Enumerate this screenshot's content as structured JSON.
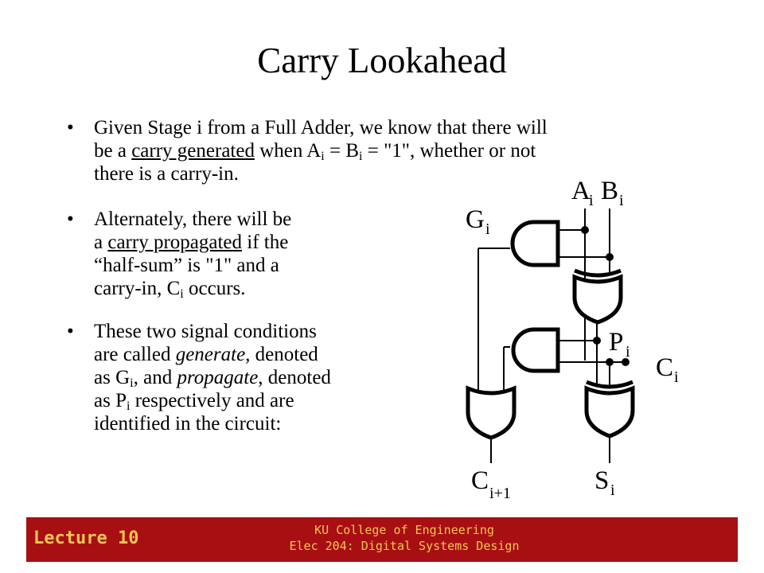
{
  "slide": {
    "title": "Carry Lookahead",
    "bullet_symbol": "•",
    "bullet1": {
      "line1": "Given Stage i from a Full Adder, we know that there will",
      "line2_pre": "be a ",
      "line2_u": "carry generated",
      "line2_mid": " when A",
      "line2_sub1": "i",
      "line2_eq": " = B",
      "line2_sub2": "i",
      "line2_post": " = \"1\", whether or not",
      "line3": "there is a carry-in."
    },
    "bullet2": {
      "line1": "Alternately, there will be",
      "line2_pre": "a ",
      "line2_u": "carry propagated",
      "line2_post": " if the",
      "line3": "“half-sum” is \"1\" and a",
      "line4_pre": "carry-in, C",
      "line4_sub": "i",
      "line4_post": " occurs."
    },
    "bullet3": {
      "line1": "These two signal conditions",
      "line2_pre": "are called ",
      "line2_em": "generate,",
      "line2_post": " denoted",
      "line3_pre": "as G",
      "line3_sub": "i",
      "line3_mid": ", and ",
      "line3_em": "propagate",
      "line3_post": ", denoted",
      "line4_pre": "as P",
      "line4_sub": "i",
      "line4_post": " respectively and are",
      "line5": "identified in the circuit:"
    }
  },
  "circuit": {
    "labels": {
      "A": "A",
      "B": "B",
      "G": "G",
      "P": "P",
      "C": "C",
      "S": "S",
      "Cout": "C",
      "sub_i": "i",
      "sub_i1": "i+1"
    },
    "colors": {
      "wire": "#000000"
    }
  },
  "footer": {
    "left": "Lecture 10",
    "center_line1": "KU College of Engineering",
    "center_line2": "Elec 204: Digital Systems Design",
    "bg_color": "#a80f13",
    "text_color": "#f6c453"
  }
}
